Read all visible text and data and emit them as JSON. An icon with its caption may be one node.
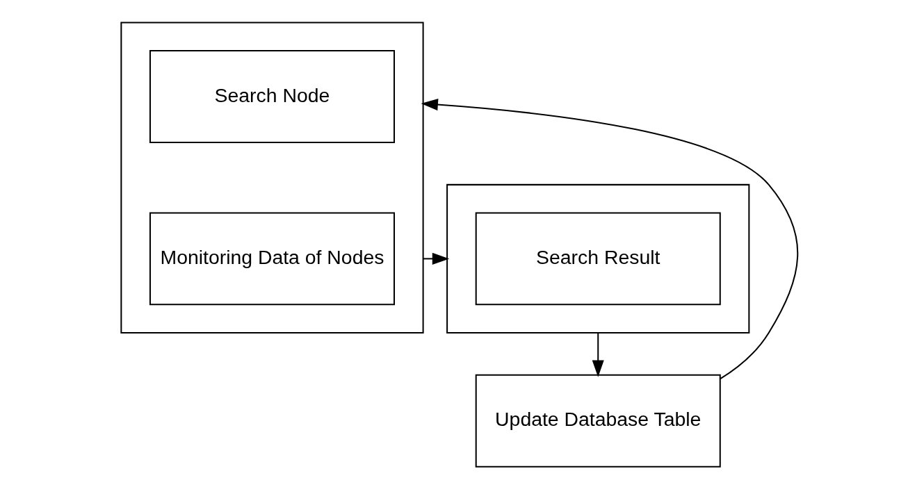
{
  "diagram": {
    "nodes": [
      {
        "text": [],
        "shape": "box"
      },
      {
        "text": [
          "Search Node"
        ],
        "in": 0
      },
      {
        "text": [
          "Monitoring Data of Nodes"
        ],
        "in": 0
      },
      {
        "text": [],
        "shape": "box"
      },
      {
        "text": [
          "Search Result"
        ],
        "in": 3
      },
      {
        "text": [
          "Update Database Table"
        ]
      }
    ],
    "edges": [
      {
        "from": 0,
        "to": 3,
        "arrow": "to"
      },
      {
        "from": 3,
        "to": 5,
        "arrow": "to"
      },
      {
        "from": 5,
        "to": 0,
        "arrow": "to"
      }
    ]
  }
}
